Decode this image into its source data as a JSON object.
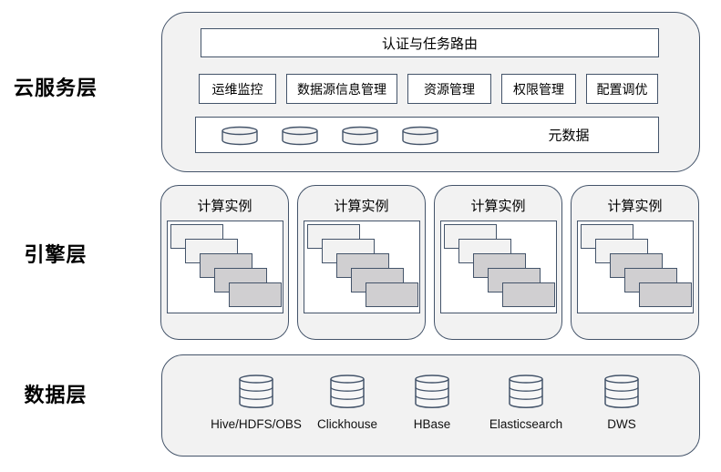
{
  "colors": {
    "border": "#44546A",
    "panel_fill": "#F2F2F2",
    "box_fill": "#FFFFFF",
    "card_light": "#F2F2F2",
    "card_dark": "#D0CFD1"
  },
  "cloud_layer": {
    "label": "云服务层",
    "auth_router": "认证与任务路由",
    "modules": [
      "运维监控",
      "数据源信息管理",
      "资源管理",
      "权限管理",
      "配置调优"
    ],
    "metadata": {
      "label": "元数据",
      "cylinder_count": 4
    }
  },
  "engine_layer": {
    "label": "引擎层",
    "instances": [
      {
        "title": "计算实例"
      },
      {
        "title": "计算实例"
      },
      {
        "title": "计算实例"
      },
      {
        "title": "计算实例"
      }
    ]
  },
  "data_layer": {
    "label": "数据层",
    "sources": [
      {
        "name": "Hive/HDFS/OBS"
      },
      {
        "name": "Clickhouse"
      },
      {
        "name": "HBase"
      },
      {
        "name": "Elasticsearch"
      },
      {
        "name": "DWS"
      }
    ]
  }
}
